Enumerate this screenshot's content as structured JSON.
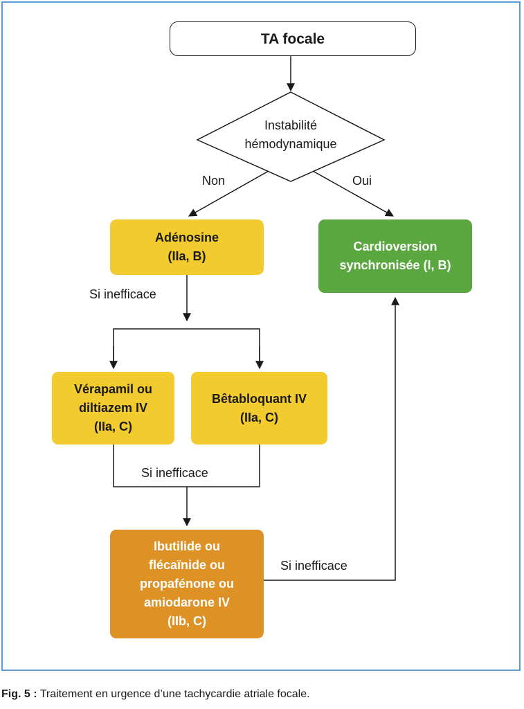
{
  "start": "TA focale",
  "decision": "Instabilité\nhémodynamique",
  "branch_no": "Non",
  "branch_yes": "Oui",
  "adenosine": "Adénosine\n(IIa, B)",
  "cardioversion": "Cardioversion\nsynchronisée (I, B)",
  "verapamil": "Vérapamil ou\ndiltiazem IV\n(IIa, C)",
  "betabloquant": "Bêtabloquant IV\n(IIa, C)",
  "ibutilide": "Ibutilide ou\nflécaïnide ou\npropafénone ou\namiodarone IV\n(IIb, C)",
  "if_ineffective_1": "Si inefficace",
  "if_ineffective_2": "Si inefficace",
  "if_ineffective_3": "Si inefficace",
  "caption": {
    "prefix": "Fig. 5 :",
    "text": " Traitement en urgence d’une tachycardie atriale focale."
  },
  "colors": {
    "frame": "#5b9bd5",
    "yellow": "#f2cb2f",
    "green": "#5aa63f",
    "orange": "#de9226"
  }
}
